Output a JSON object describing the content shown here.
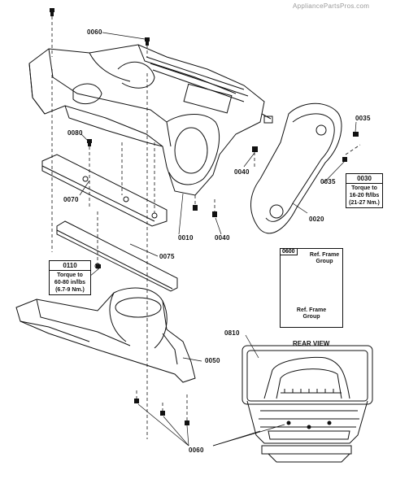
{
  "watermark": "AppliancePartsPros.com",
  "parts": {
    "p0060_top": "0060",
    "p0080": "0080",
    "p0070": "0070",
    "p0075": "0075",
    "p0010": "0010",
    "p0040_a": "0040",
    "p0040_b": "0040",
    "p0035_a": "0035",
    "p0035_b": "0035",
    "p0020": "0020",
    "p0050": "0050",
    "p0810": "0810",
    "p0060_bottom": "0060"
  },
  "boxes": {
    "b0110": {
      "id": "0110",
      "text1": "Torque to",
      "text2": "60-80 in/lbs",
      "text3": "(6.7-9 Nm.)"
    },
    "b0030": {
      "id": "0030",
      "text1": "Torque to",
      "text2": "16-20 ft/lbs",
      "text3": "(21-27 Nm.)"
    }
  },
  "ref": {
    "id": "0600",
    "top_text1": "Ref. Frame",
    "top_text2": "Group",
    "bottom_text1": "Ref. Frame",
    "bottom_text2": "Group"
  },
  "rear_view": "REAR VIEW"
}
